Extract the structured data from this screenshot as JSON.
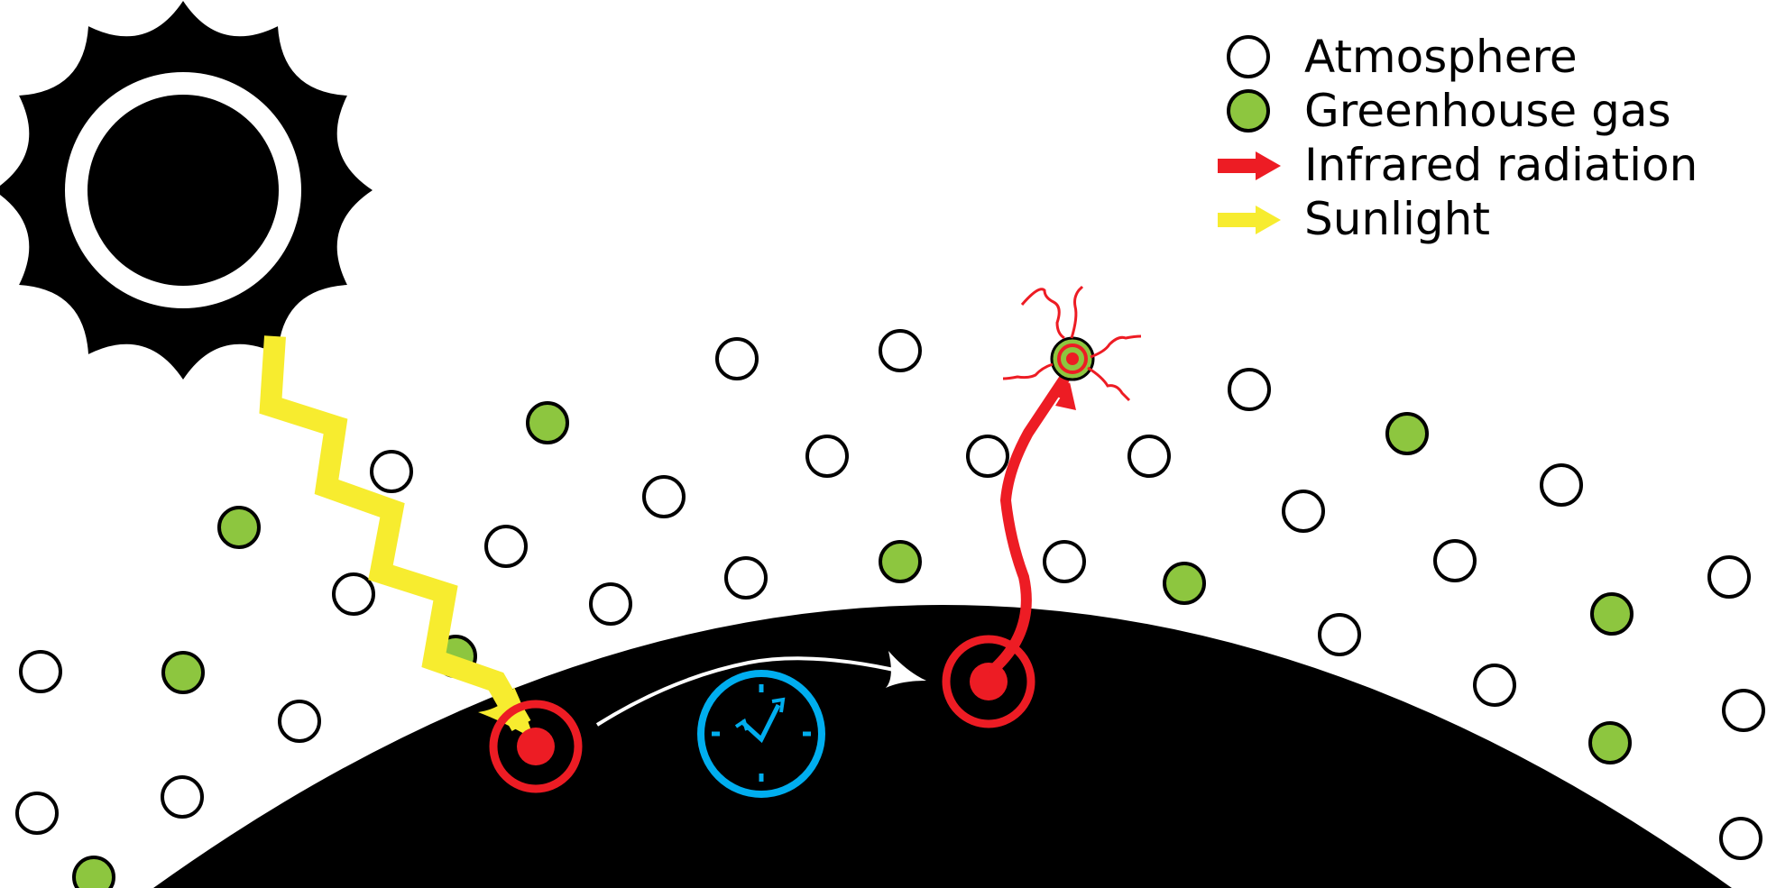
{
  "legend": {
    "items": [
      {
        "key": "atmosphere",
        "label": "Atmosphere"
      },
      {
        "key": "greenhouse",
        "label": "Greenhouse gas"
      },
      {
        "key": "infrared",
        "label": "Infrared radiation"
      },
      {
        "key": "sunlight",
        "label": "Sunlight"
      }
    ]
  },
  "colors": {
    "background": "#ffffff",
    "earth": "#000000",
    "atmosphere_fill": "#ffffff",
    "greenhouse_fill": "#8dc63f",
    "infrared": "#ed1c24",
    "sunlight": "#f7ec2f",
    "clock": "#00aeef",
    "sun": "#000000"
  },
  "icons": {
    "sun": "sun-icon",
    "clock": "clock-icon",
    "earth": "earth-surface",
    "atmosphere_molecule": "atmosphere-molecule-icon",
    "greenhouse_molecule": "greenhouse-molecule-icon"
  }
}
